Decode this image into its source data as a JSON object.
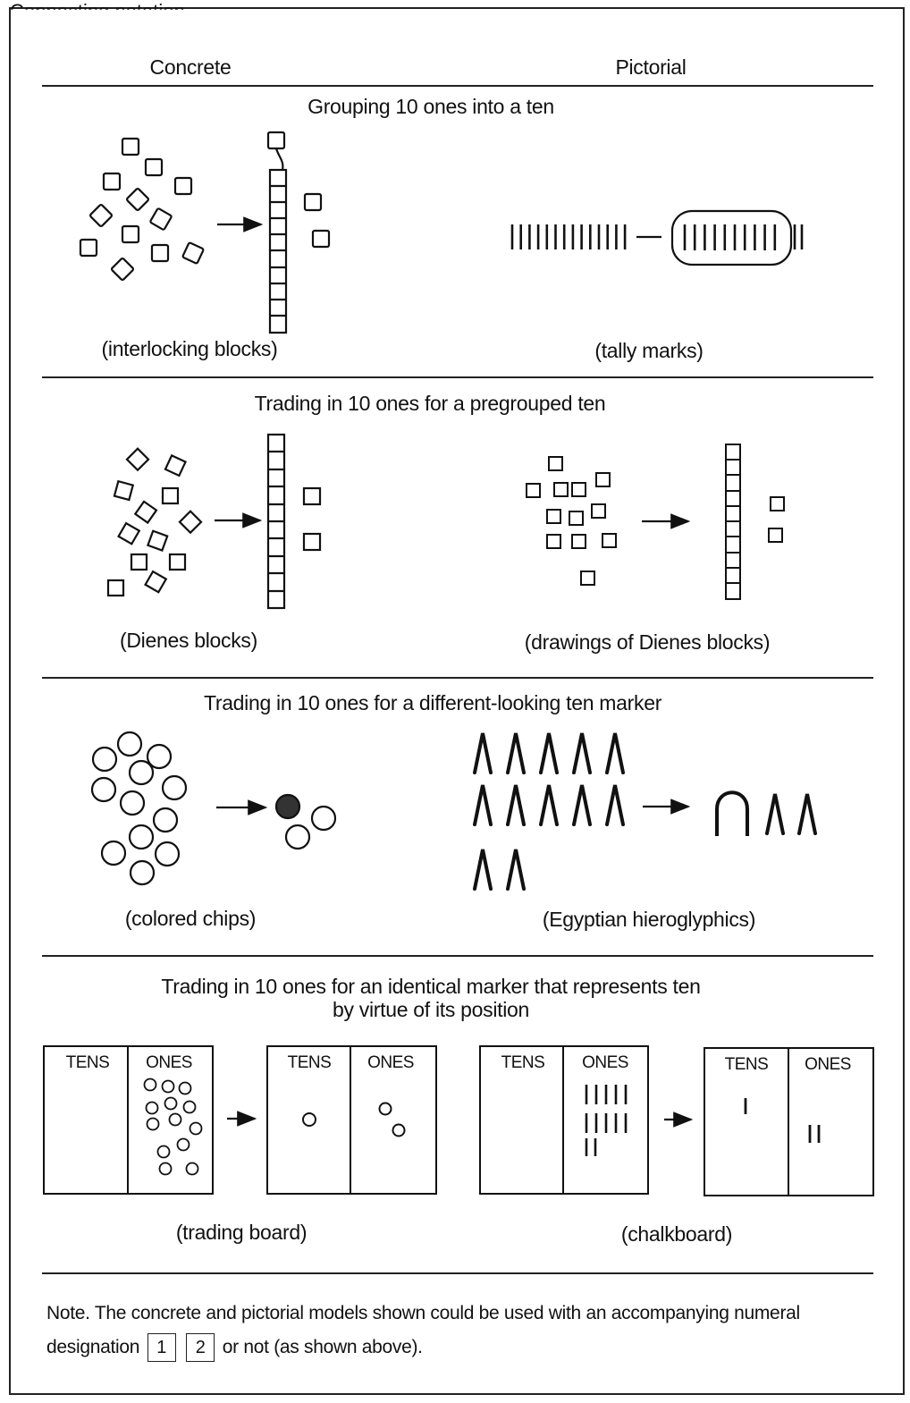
{
  "clipped_heading": "Connecting notation",
  "columns": {
    "concrete": "Concrete",
    "pictorial": "Pictorial"
  },
  "sections": [
    {
      "title": "Grouping 10 ones into a ten",
      "concrete_caption": "(interlocking blocks)",
      "pictorial_caption": "(tally marks)"
    },
    {
      "title": "Trading in 10 ones for a pregrouped ten",
      "concrete_caption": "(Dienes blocks)",
      "pictorial_caption": "(drawings of Dienes blocks)"
    },
    {
      "title": "Trading in 10 ones for a different-looking ten marker",
      "concrete_caption": "(colored chips)",
      "pictorial_caption": "(Egyptian hieroglyphics)"
    },
    {
      "title_line1": "Trading in 10 ones for an identical marker that represents ten",
      "title_line2": "by virtue of its position",
      "concrete_caption": "(trading board)",
      "pictorial_caption": "(chalkboard)"
    }
  ],
  "board_labels": {
    "tens": "TENS",
    "ones": "ONES"
  },
  "note": {
    "text_before": "Note. The concrete and pictorial models shown could be used with an accompanying numeral designation",
    "digit_1": "1",
    "digit_2": "2",
    "text_after": "or not (as shown above)."
  }
}
